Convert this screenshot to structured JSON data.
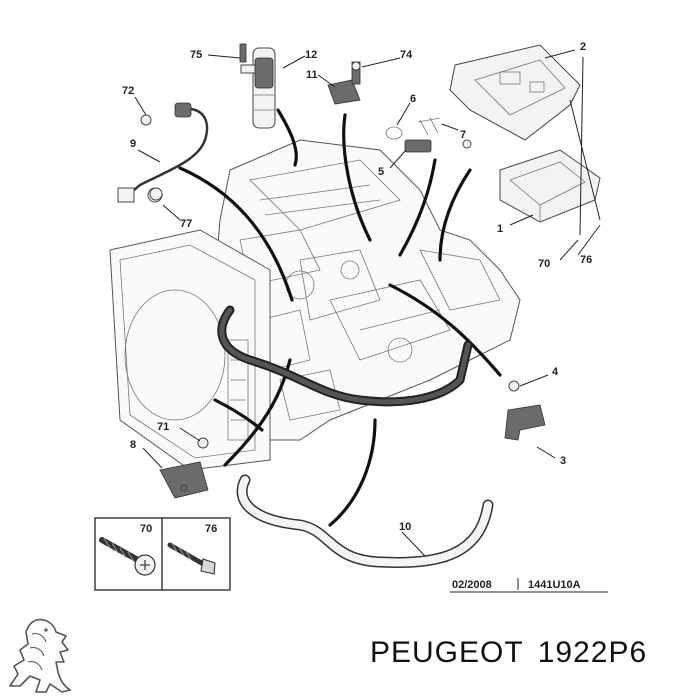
{
  "callouts": {
    "c75": "75",
    "c12": "12",
    "c74": "74",
    "c2": "2",
    "c72": "72",
    "c11": "11",
    "c6": "6",
    "c7": "7",
    "c9": "9",
    "c5": "5",
    "c77": "77",
    "c1": "1",
    "c70": "70",
    "c76": "76",
    "c4": "4",
    "c3": "3",
    "c71": "71",
    "c8": "8",
    "c10": "10"
  },
  "inset": {
    "left_label": "70",
    "right_label": "76"
  },
  "stamp": {
    "date": "02/2008",
    "ref": "1441U10A"
  },
  "footer": {
    "brand": "PEUGEOT",
    "part_number": "1922P6"
  },
  "logo_icon": "peugeot-lion-logo"
}
